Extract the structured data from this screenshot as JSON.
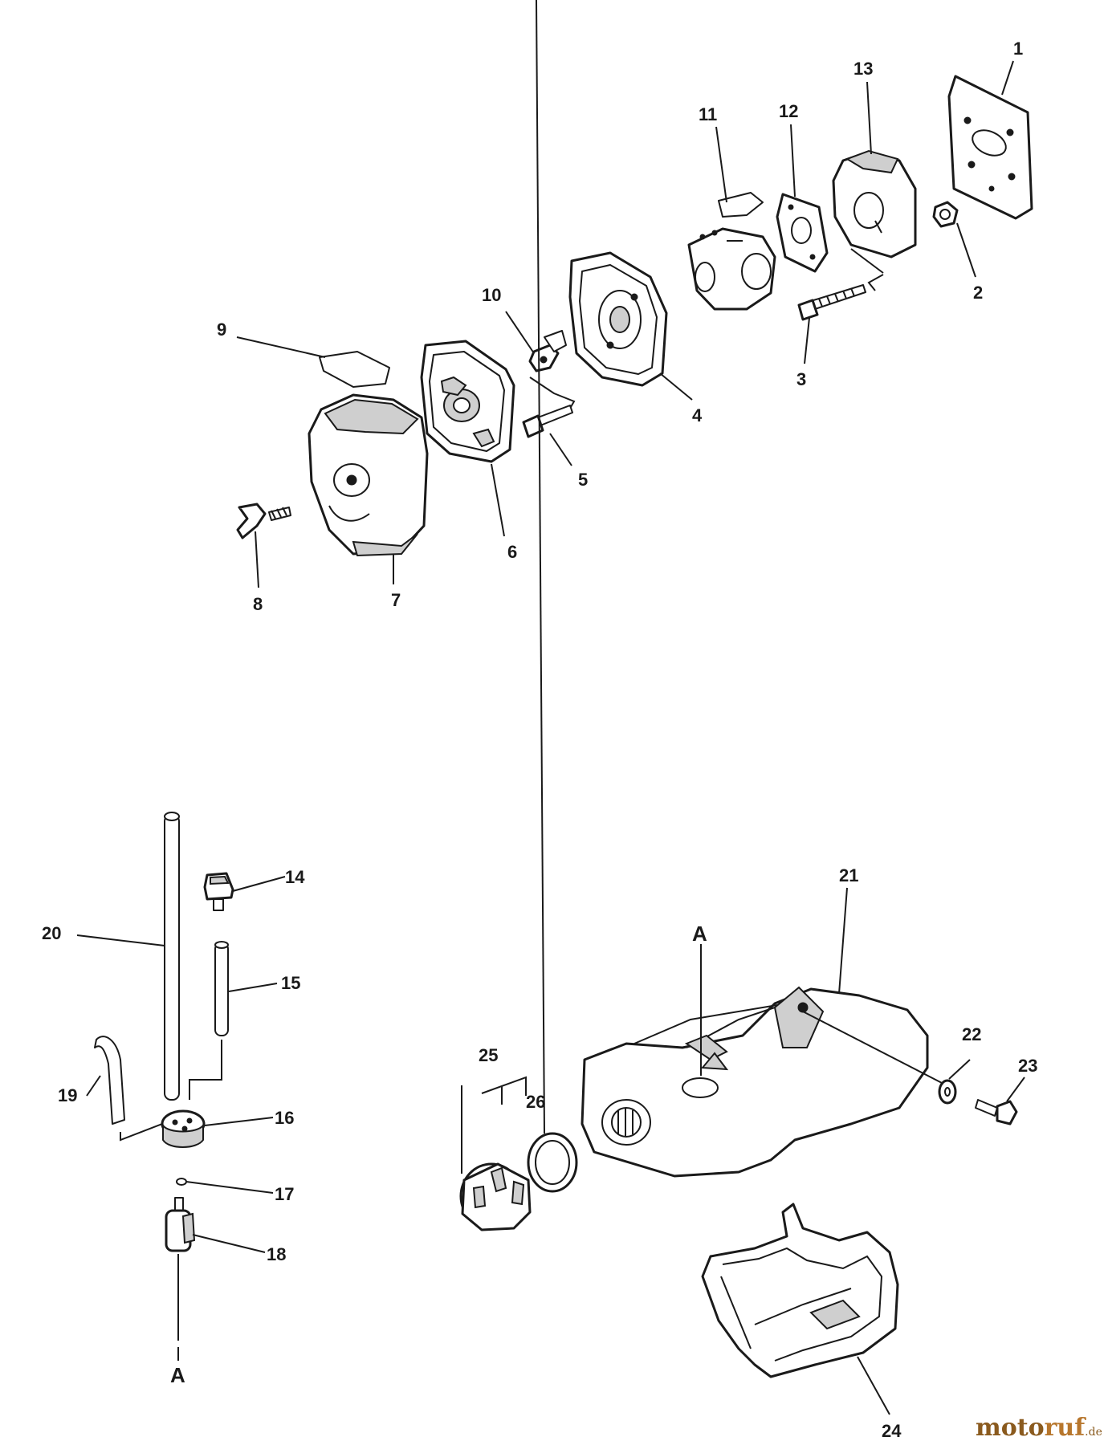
{
  "callouts": {
    "c1": "1",
    "c2": "2",
    "c3": "3",
    "c4": "4",
    "c5": "5",
    "c6": "6",
    "c7": "7",
    "c8": "8",
    "c9": "9",
    "c10": "10",
    "c11": "11",
    "c12": "12",
    "c13": "13",
    "c14": "14",
    "c15": "15",
    "c16": "16",
    "c17": "17",
    "c18": "18",
    "c19": "19",
    "c20": "20",
    "c21": "21",
    "c22": "22",
    "c23": "23",
    "c24": "24",
    "c25": "25",
    "c26": "26"
  },
  "markers": {
    "a_tank": "A",
    "a_filter": "A"
  },
  "watermark": {
    "brand_a": "moto",
    "brand_b": "ruf",
    "suffix": ".de"
  }
}
